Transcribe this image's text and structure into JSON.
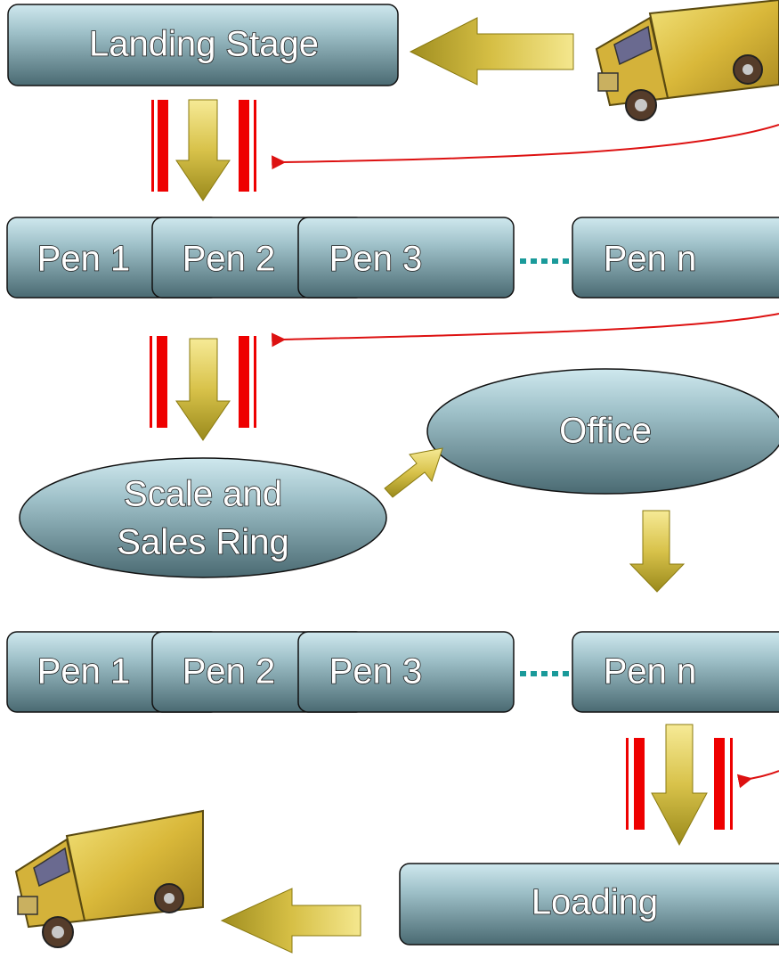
{
  "nodes": {
    "landing_stage": "Landing Stage",
    "pens_top": [
      "Pen 1",
      "Pen 2",
      "Pen 3",
      "Pen n"
    ],
    "office": "Office",
    "scale_sales_ring": [
      "Scale and",
      "Sales Ring"
    ],
    "pens_bottom": [
      "Pen 1",
      "Pen 2",
      "Pen 3",
      "Pen n"
    ],
    "loading": "Loading"
  },
  "icons": [
    "truck-icon-top",
    "truck-icon-bottom"
  ],
  "colors": {
    "box_top": "#c9e4ea",
    "box_bottom": "#4e6d74",
    "arrow_gold_light": "#f2e58a",
    "arrow_gold_dark": "#9a8a1c",
    "gate_red": "#ee0000",
    "connector_red": "#dd1111",
    "ellipsis_teal": "#1a9a9a"
  }
}
